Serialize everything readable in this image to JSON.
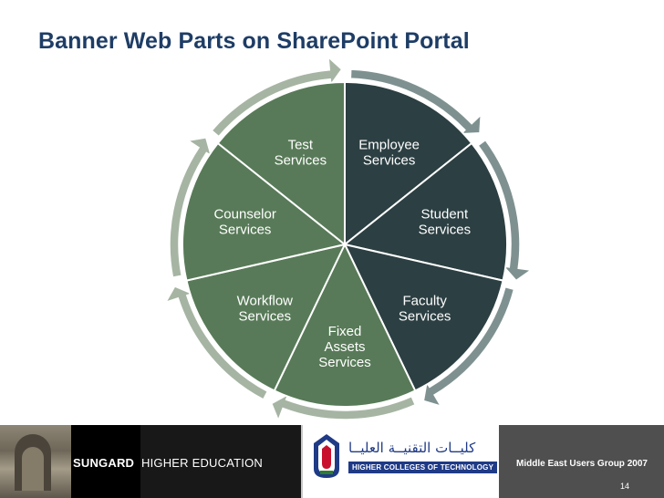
{
  "slide": {
    "title": "Banner Web Parts on SharePoint Portal"
  },
  "diagram": {
    "type": "segmented-cycle",
    "center_label": "",
    "segments": [
      {
        "lines": [
          "Employee",
          "Services"
        ],
        "fill": "#2c3f42"
      },
      {
        "lines": [
          "Student",
          "Services"
        ],
        "fill": "#2c3f42"
      },
      {
        "lines": [
          "Faculty",
          "Services"
        ],
        "fill": "#2c3f42"
      },
      {
        "lines": [
          "Fixed",
          "Assets",
          "Services"
        ],
        "fill": "#587a58"
      },
      {
        "lines": [
          "Workflow",
          "Services"
        ],
        "fill": "#587a58"
      },
      {
        "lines": [
          "Counselor",
          "Services"
        ],
        "fill": "#587a58"
      },
      {
        "lines": [
          "Test",
          "Services"
        ],
        "fill": "#587a58"
      }
    ],
    "arrow_colors": {
      "light": "#a6b5a3",
      "dark": "#7e9190"
    }
  },
  "footer": {
    "brand_primary": "SUNGARD",
    "brand_secondary": "HIGHER EDUCATION",
    "college_arabic": "كليــات التقنيــة العليــا",
    "college_english": "HIGHER COLLEGES OF TECHNOLOGY",
    "event": "Middle East Users Group 2007",
    "page_number": "14"
  }
}
